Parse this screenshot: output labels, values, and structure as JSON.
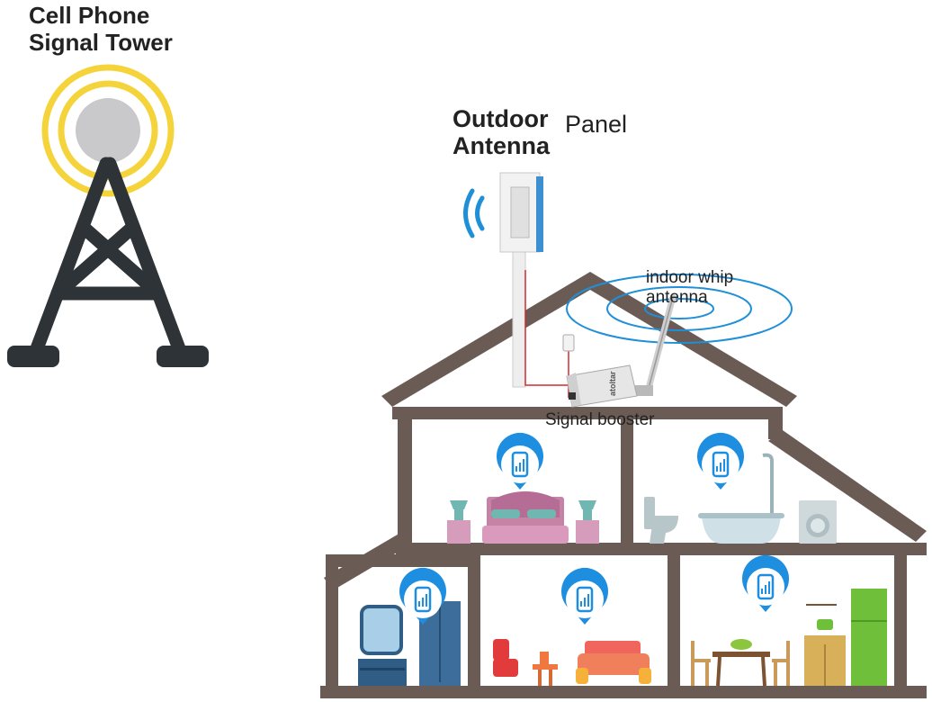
{
  "labels": {
    "tower": [
      "Cell Phone",
      "Signal Tower"
    ],
    "outdoor_antenna": [
      "Outdoor",
      "Antenna"
    ],
    "panel": "Panel",
    "indoor_whip": [
      "indoor whip",
      "antenna"
    ],
    "signal_booster": "Signal booster",
    "booster_brand": "atoltar"
  },
  "colors": {
    "house_frame": "#6b5b55",
    "tower_dark": "#2e3338",
    "signal_yellow": "#f5d33a",
    "wave_blue": "#1f8fd8",
    "pin_blue": "#1e8ee0",
    "cable_red": "#d42a2a"
  },
  "icons": {
    "tower": "cell-tower-icon",
    "panel_antenna": "panel-antenna-icon",
    "booster": "signal-booster-icon",
    "whip": "whip-antenna-icon",
    "signal_pin": "phone-signal-pin-icon"
  }
}
